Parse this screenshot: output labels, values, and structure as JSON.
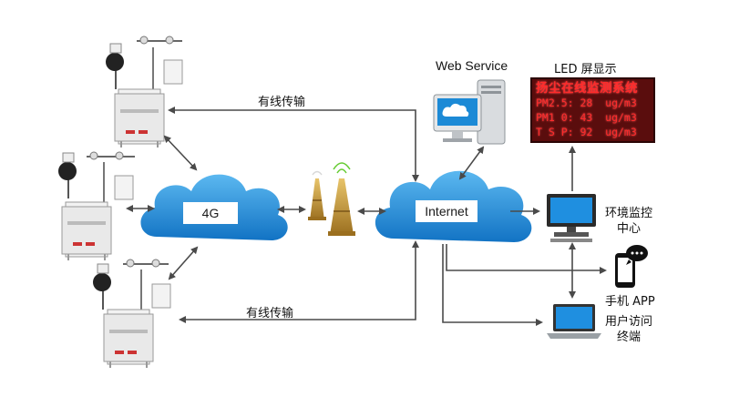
{
  "nodes": {
    "cloud_4g": "4G",
    "cloud_internet": "Internet",
    "web_service": "Web Service",
    "led_screen": "LED 屏显示",
    "monitor_center_line1": "环境监控",
    "monitor_center_line2": "中心",
    "mobile_app": "手机 APP",
    "user_terminal_line1": "用户访问",
    "user_terminal_line2": "终端"
  },
  "edges": {
    "wired_top": "有线传输",
    "wired_bottom": "有线传输"
  },
  "led_display": {
    "title": "扬尘在线监测系统",
    "row1": "PM2.5: 28  ug/m3",
    "row2": "PM1 0: 43  ug/m3",
    "row3": "T S P: 92  ug/m3"
  },
  "colors": {
    "cloud": "#1e88d4",
    "arrow": "#4a4a4a",
    "led_bg": "#5a0d0d",
    "led_text": "#ff2b2b"
  }
}
